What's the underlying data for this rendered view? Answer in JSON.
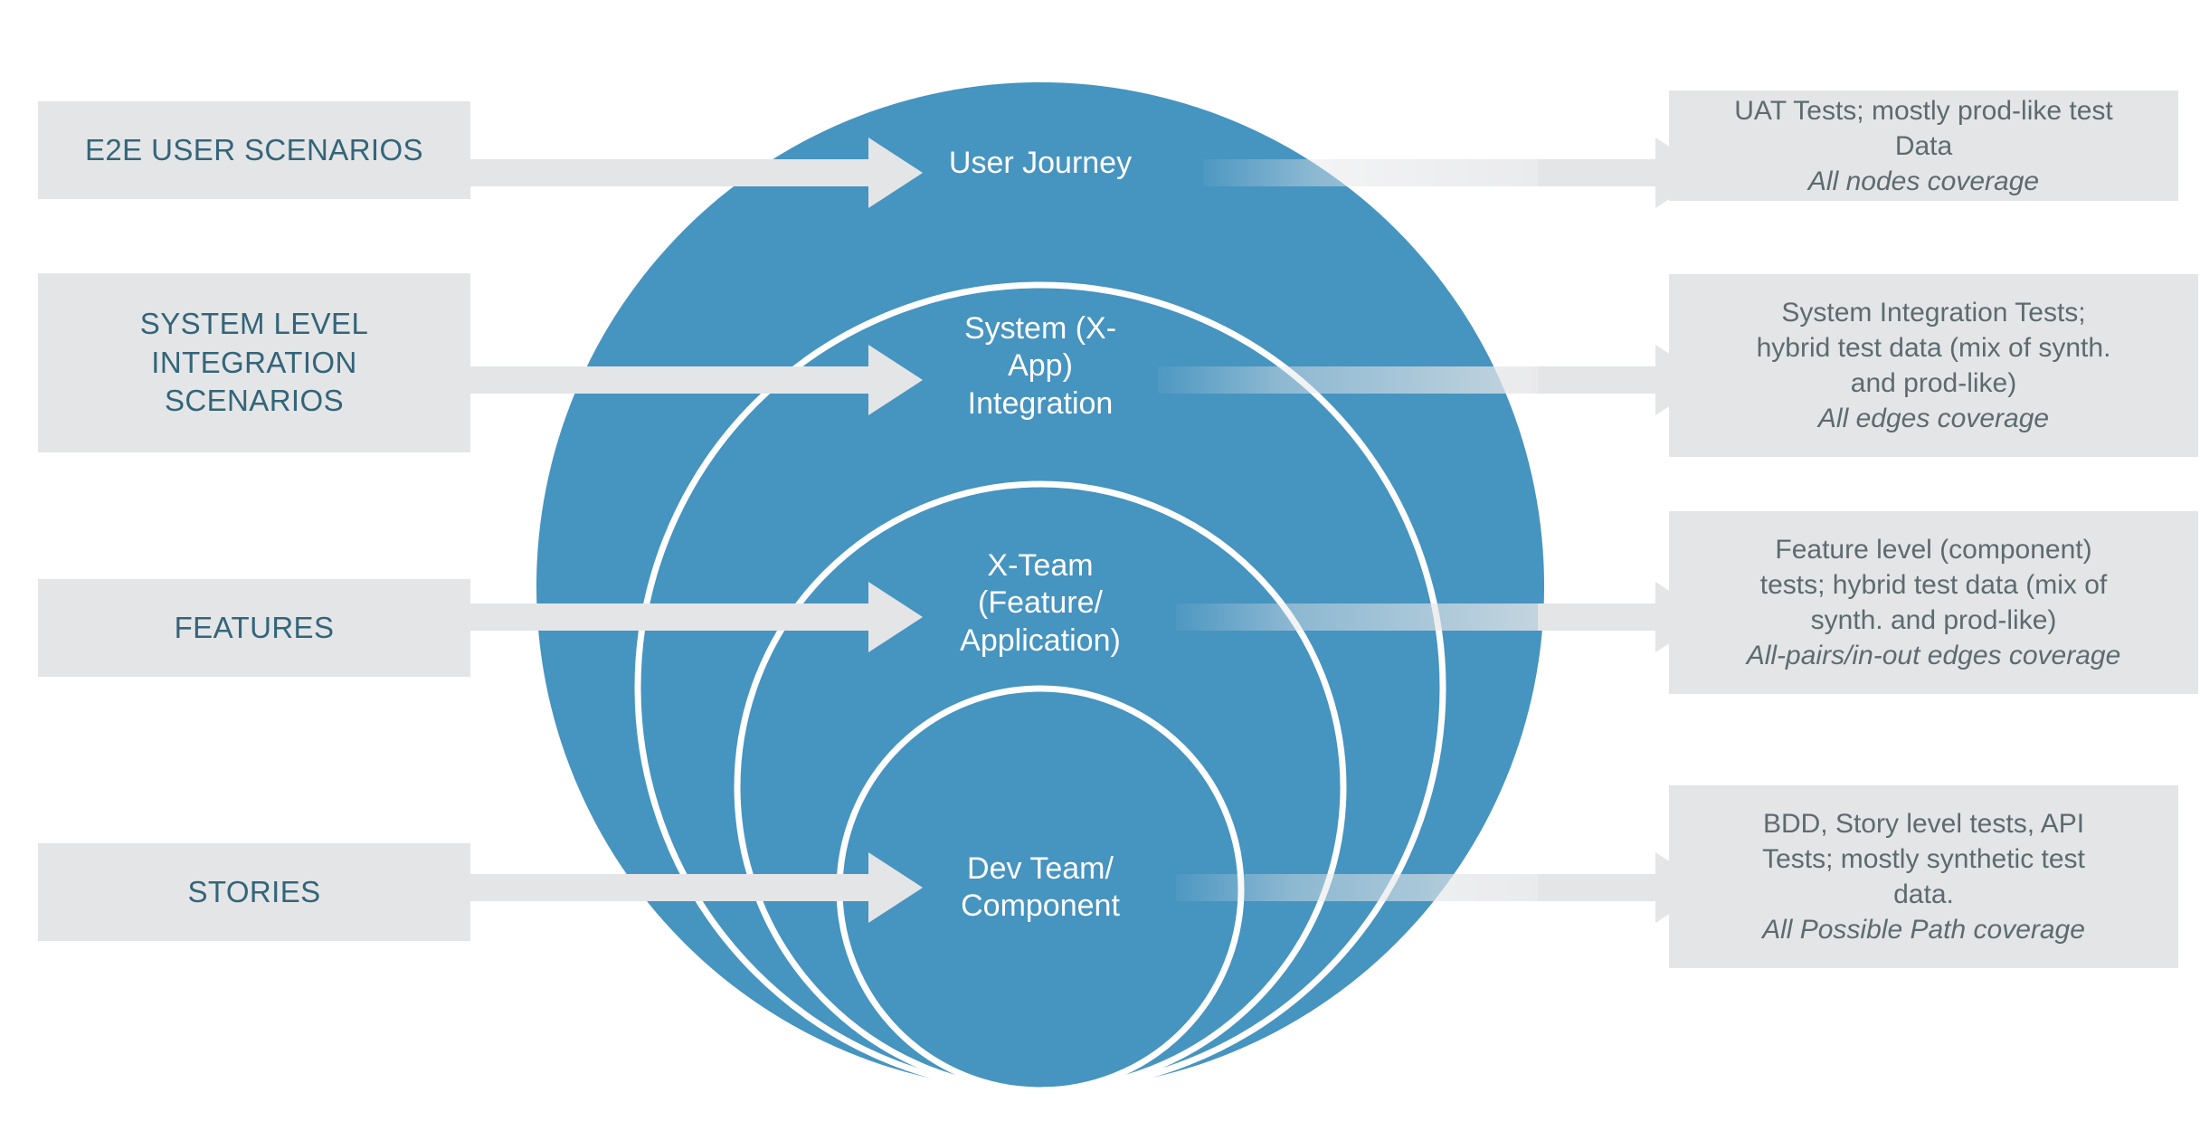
{
  "diagram": {
    "title": "Test Pyramid / Nested Scope Diagram",
    "accent_color": "#4694c0",
    "box_fill": "#e4e5e7",
    "left_text_color": "#336579",
    "right_text_color": "#5c6b70",
    "circle_text_color": "#ffffff"
  },
  "left_labels": [
    {
      "id": "e2e",
      "text": "E2E USER SCENARIOS"
    },
    {
      "id": "system",
      "text": "SYSTEM LEVEL\nINTEGRATION\nSCENARIOS"
    },
    {
      "id": "features",
      "text": "FEATURES"
    },
    {
      "id": "stories",
      "text": "STORIES"
    }
  ],
  "circles": [
    {
      "id": "user-journey",
      "label": "User Journey"
    },
    {
      "id": "system-integration",
      "label": "System (X-\nApp)\nIntegration"
    },
    {
      "id": "x-team",
      "label": "X-Team\n(Feature/\nApplication)"
    },
    {
      "id": "dev-team",
      "label": "Dev Team/\nComponent"
    }
  ],
  "right_labels": [
    {
      "id": "uat",
      "main": "UAT Tests; mostly prod-like test\nData",
      "coverage": "All nodes coverage"
    },
    {
      "id": "system-integration-tests",
      "main": "System Integration Tests;\nhybrid test data  (mix of synth.\nand prod-like)",
      "coverage": "All edges coverage"
    },
    {
      "id": "feature-level-tests",
      "main": "Feature  level (component)\ntests; hybrid test data (mix of\nsynth. and prod-like)",
      "coverage": "All-pairs/in-out edges coverage"
    },
    {
      "id": "bdd-story-tests",
      "main": "BDD, Story level tests, API\nTests; mostly synthetic test\ndata.",
      "coverage": "All Possible Path coverage"
    }
  ],
  "arrows": [
    {
      "id": "arrow-e2e",
      "from": "E2E USER SCENARIOS",
      "to": "User Journey"
    },
    {
      "id": "arrow-system",
      "from": "SYSTEM LEVEL INTEGRATION SCENARIOS",
      "to": "System (X-App) Integration"
    },
    {
      "id": "arrow-features",
      "from": "FEATURES",
      "to": "X-Team (Feature/Application)"
    },
    {
      "id": "arrow-stories",
      "from": "STORIES",
      "to": "Dev Team/Component"
    },
    {
      "id": "arrow-out-uat",
      "from": "User Journey",
      "to": "UAT Tests"
    },
    {
      "id": "arrow-out-system",
      "from": "System (X-App) Integration",
      "to": "System Integration Tests"
    },
    {
      "id": "arrow-out-feature",
      "from": "X-Team (Feature/Application)",
      "to": "Feature level tests"
    },
    {
      "id": "arrow-out-story",
      "from": "Dev Team/Component",
      "to": "BDD, Story level tests"
    }
  ]
}
